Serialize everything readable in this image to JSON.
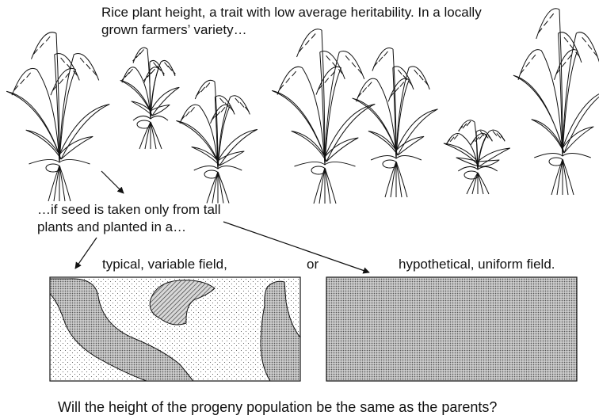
{
  "diagram": {
    "intro_line1": "Rice plant height, a trait with low average heritability. In a locally",
    "intro_line2": "grown farmers’ variety…",
    "condition_line1": "…if seed is taken only from tall",
    "condition_line2": "plants and planted in a…",
    "field_variable_label": "typical, variable field,",
    "or_label": "or",
    "field_uniform_label": "hypothetical, uniform field.",
    "question": "Will the height of the progeny population be the same as the parents?"
  },
  "colors": {
    "ink": "#111111",
    "background": "#ffffff",
    "field_shade": "#9a9a9a",
    "uniform_field_shade": "#a9a9a9"
  },
  "icons": [
    "rice-plant-icon",
    "arrow-icon"
  ]
}
